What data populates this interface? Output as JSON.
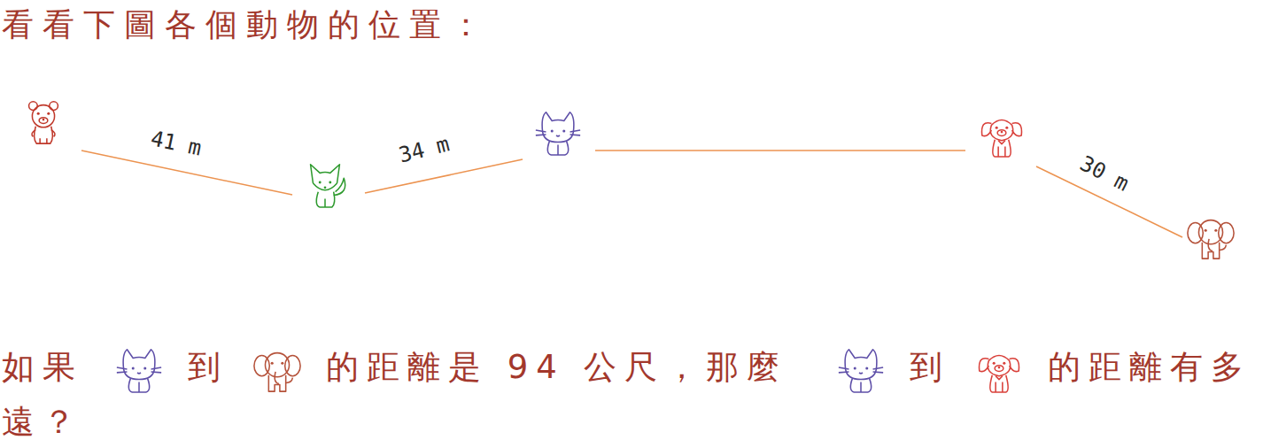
{
  "diagram": {
    "title": "看看下圖各個動物的位置：",
    "labels": [
      "41 m",
      "34 m",
      "30 m",
      "如果",
      "到",
      "的距離是 94 公尺，那麼",
      "到",
      "的距離有多遠？"
    ]
  }
}
